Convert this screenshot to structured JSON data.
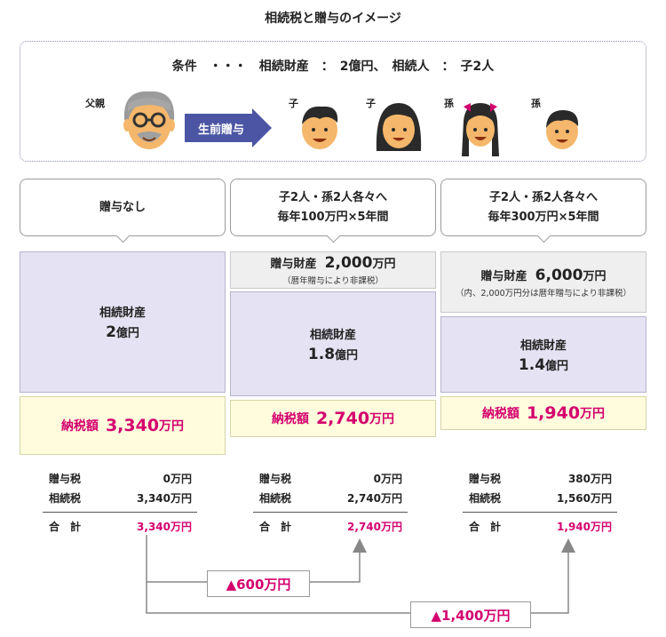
{
  "title": "相続税と贈与のイメージ",
  "conditions": "条件　・・・　相続財産　：　2億円、　相続人　：　子2人",
  "figures": {
    "father": "父親",
    "gift_arrow": "生前贈与",
    "child1": "子",
    "child2": "子",
    "grandchild1": "孫",
    "grandchild2": "孫"
  },
  "colors": {
    "tax_text": "#d4006e",
    "inheritance_bg": "#e5e3f3",
    "tax_bg": "#fefcdd",
    "arrow": "#4b55a3"
  },
  "scenarios": [
    {
      "bubble_line1": "贈与なし",
      "bubble_line2": "",
      "gift_label": "",
      "gift_amount": "",
      "gift_unit": "",
      "gift_note": "",
      "inheritance_label": "相続財産",
      "inheritance_amount": "2",
      "inheritance_unit": "億円",
      "tax_label": "納税額",
      "tax_amount": "3,340",
      "tax_unit": "万円",
      "gift_tax_label": "贈与税",
      "gift_tax": "0万円",
      "inheritance_tax_label": "相続税",
      "inheritance_tax": "3,340万円",
      "total_label": "合　計",
      "total": "3,340万円"
    },
    {
      "bubble_line1": "子2人・孫2人各々へ",
      "bubble_line2": "毎年100万円×5年間",
      "gift_label": "贈与財産",
      "gift_amount": "2,000",
      "gift_unit": "万円",
      "gift_note": "（暦年贈与により非課税）",
      "inheritance_label": "相続財産",
      "inheritance_amount": "1.8",
      "inheritance_unit": "億円",
      "tax_label": "納税額",
      "tax_amount": "2,740",
      "tax_unit": "万円",
      "gift_tax_label": "贈与税",
      "gift_tax": "0万円",
      "inheritance_tax_label": "相続税",
      "inheritance_tax": "2,740万円",
      "total_label": "合　計",
      "total": "2,740万円"
    },
    {
      "bubble_line1": "子2人・孫2人各々へ",
      "bubble_line2": "毎年300万円×5年間",
      "gift_label": "贈与財産",
      "gift_amount": "6,000",
      "gift_unit": "万円",
      "gift_note": "（内、2,000万円分は暦年贈与により非課税）",
      "inheritance_label": "相続財産",
      "inheritance_amount": "1.4",
      "inheritance_unit": "億円",
      "tax_label": "納税額",
      "tax_amount": "1,940",
      "tax_unit": "万円",
      "gift_tax_label": "贈与税",
      "gift_tax": "380万円",
      "inheritance_tax_label": "相続税",
      "inheritance_tax": "1,560万円",
      "total_label": "合　計",
      "total": "1,940万円"
    }
  ],
  "differences": [
    "▲600万円",
    "▲1,400万円"
  ]
}
